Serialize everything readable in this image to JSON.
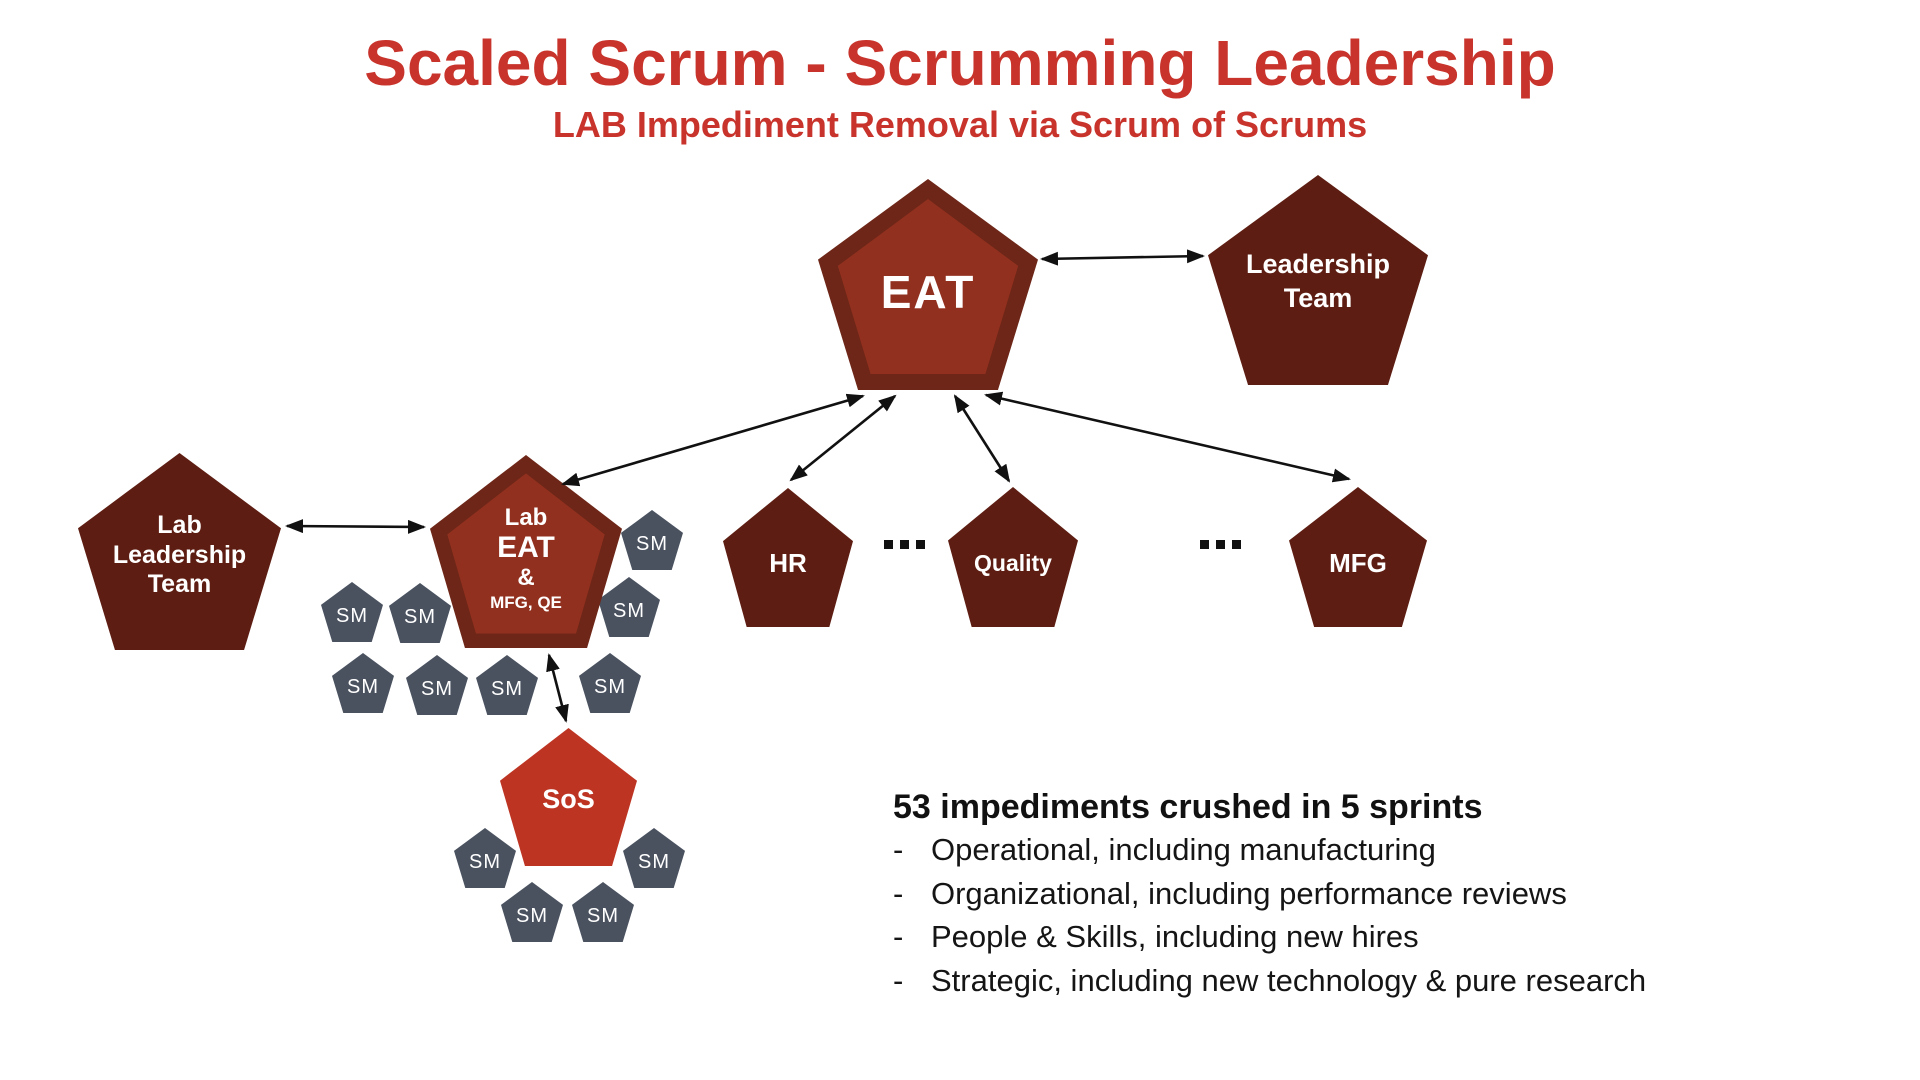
{
  "title": {
    "text": "Scaled Scrum - Scrumming Leadership",
    "subtitle": "LAB Impediment Removal via Scrum of Scrums"
  },
  "nodes": {
    "eat": {
      "label": "EAT"
    },
    "leadership_team": {
      "lines": [
        "Leadership",
        "Team"
      ]
    },
    "lab_leadership_team": {
      "lines": [
        "Lab",
        "Leadership",
        "Team"
      ]
    },
    "lab_eat": {
      "lines": [
        "Lab",
        "EAT",
        "&",
        "MFG, QE"
      ]
    },
    "hr": {
      "label": "HR"
    },
    "quality": {
      "label": "Quality"
    },
    "mfg": {
      "label": "MFG"
    },
    "sos": {
      "label": "SoS"
    },
    "scrum_master": {
      "label": "SM"
    }
  },
  "ellipsis": "...",
  "impediments": {
    "heading": "53 impediments crushed in 5 sprints",
    "bullet": "-",
    "items": [
      "Operational, including manufacturing",
      "Organizational, including performance reviews",
      "People & Skills, including new hires",
      "Strategic, including new technology & pure research"
    ]
  },
  "colors": {
    "title_red": "#c8332b",
    "dark_maroon": "#5e1d12",
    "pentagon_rim": "#6d2617",
    "pentagon_inner": "#92301f",
    "sos_red": "#bd3423",
    "sm_slate": "#4a5260",
    "arrow_black": "#111111",
    "text_black": "#151515",
    "label_white": "#ffffff"
  }
}
